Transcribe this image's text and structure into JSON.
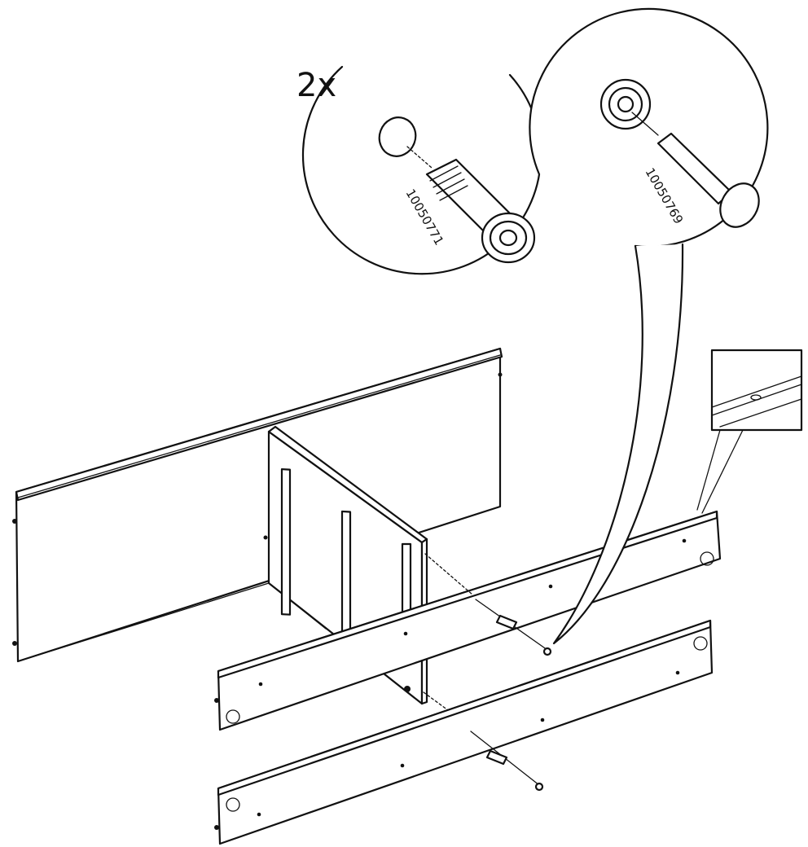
{
  "callout_left": {
    "quantity": "2x",
    "part_number": "10050771"
  },
  "callout_right": {
    "part_number": "10050769"
  },
  "colors": {
    "line": "#111111",
    "background": "#ffffff"
  }
}
